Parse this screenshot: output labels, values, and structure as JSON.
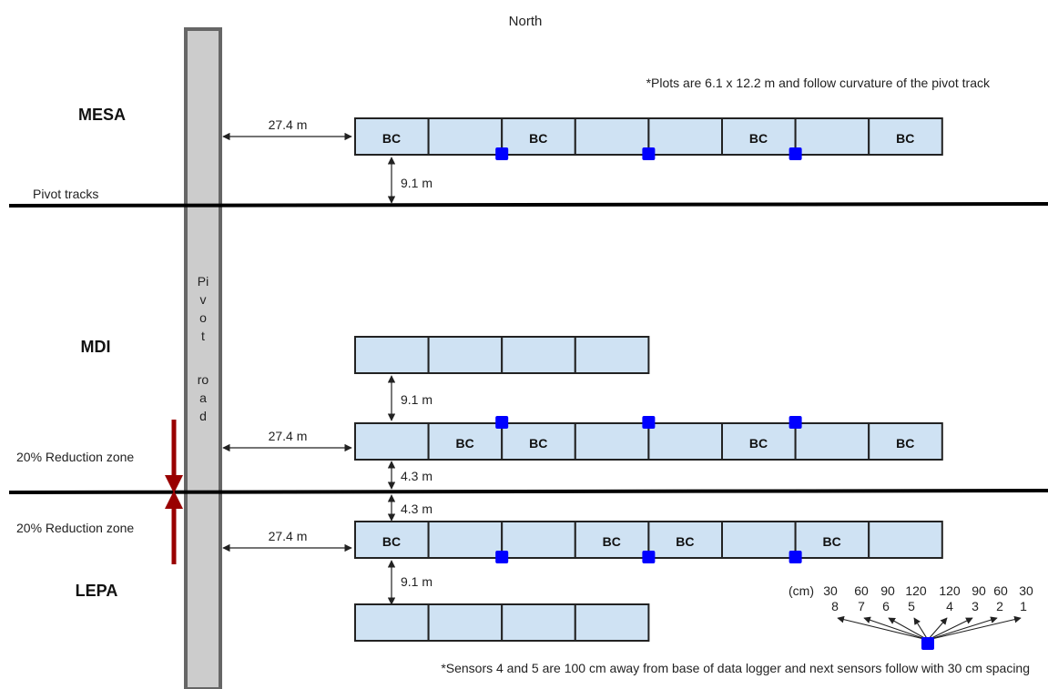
{
  "compass": {
    "north": "North"
  },
  "notes": {
    "plots": "*Plots are 6.1 x 12.2 m and follow curvature of the pivot track",
    "sensors": "*Sensors 4 and 5 are 100 cm away from base of data logger and next sensors follow with 30 cm spacing"
  },
  "zones": {
    "mesa": "MESA",
    "mdi": "MDI",
    "lepa": "LEPA"
  },
  "labels": {
    "pivot_tracks": "Pivot tracks",
    "pivot_road_lines": [
      "Pi",
      "v",
      "o",
      "t",
      "",
      "ro",
      "a",
      "d"
    ],
    "reduction_zone": "20% Reduction zone"
  },
  "distances": {
    "mesa_offset": "27.4 m",
    "mesa_to_track": "9.1 m",
    "mdi_gap": "9.1 m",
    "mdi_offset": "27.4 m",
    "mdi_to_track": "4.3 m",
    "lepa_from_track": "4.3 m",
    "lepa_offset": "27.4 m",
    "lepa_gap": "9.1 m"
  },
  "plot_rows": {
    "mesa_row": [
      "BC",
      "",
      "BC",
      "",
      "",
      "BC",
      "",
      "BC"
    ],
    "mdi_top_row": [
      "",
      "",
      "",
      ""
    ],
    "mdi_bottom_row": [
      "",
      "BC",
      "BC",
      "",
      "",
      "BC",
      "",
      "BC"
    ],
    "lepa_top_row": [
      "BC",
      "",
      "",
      "BC",
      "BC",
      "",
      "BC",
      ""
    ],
    "lepa_bottom_row": [
      "",
      "",
      "",
      ""
    ]
  },
  "sensor_legend": {
    "depth_unit": "(cm)",
    "depths": [
      "30",
      "60",
      "90",
      "120",
      "120",
      "90",
      "60",
      "30"
    ],
    "numbers": [
      "8",
      "7",
      "6",
      "5",
      "4",
      "3",
      "2",
      "1"
    ]
  },
  "colors": {
    "plot_fill": "#cfe2f3",
    "plot_stroke": "#222222",
    "sensor": "#0000ff",
    "road_fill": "#cccccc",
    "road_stroke": "#666666",
    "reduction_arrow": "#990000"
  }
}
